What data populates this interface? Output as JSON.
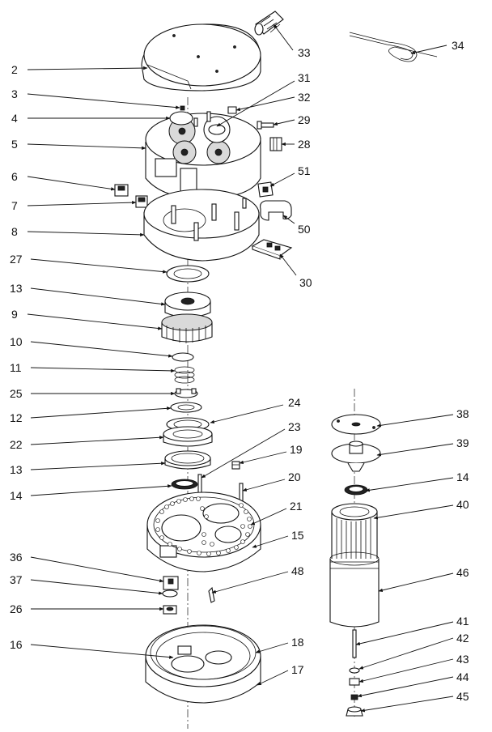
{
  "labels": {
    "p2": "2",
    "p3": "3",
    "p4": "4",
    "p5": "5",
    "p6": "6",
    "p7": "7",
    "p8": "8",
    "p27": "27",
    "p13a": "13",
    "p9": "9",
    "p10": "10",
    "p11": "11",
    "p25": "25",
    "p12": "12",
    "p22": "22",
    "p13b": "13",
    "p14a": "14",
    "p36": "36",
    "p37": "37",
    "p26": "26",
    "p16": "16",
    "p33": "33",
    "p34": "34",
    "p31": "31",
    "p32": "32",
    "p29": "29",
    "p28": "28",
    "p51": "51",
    "p50": "50",
    "p30": "30",
    "p24": "24",
    "p23": "23",
    "p19": "19",
    "p20": "20",
    "p21": "21",
    "p15": "15",
    "p48": "48",
    "p18": "18",
    "p17": "17",
    "p38": "38",
    "p39": "39",
    "p14b": "14",
    "p40": "40",
    "p46": "46",
    "p41": "41",
    "p42": "42",
    "p43": "43",
    "p44": "44",
    "p45": "45"
  }
}
